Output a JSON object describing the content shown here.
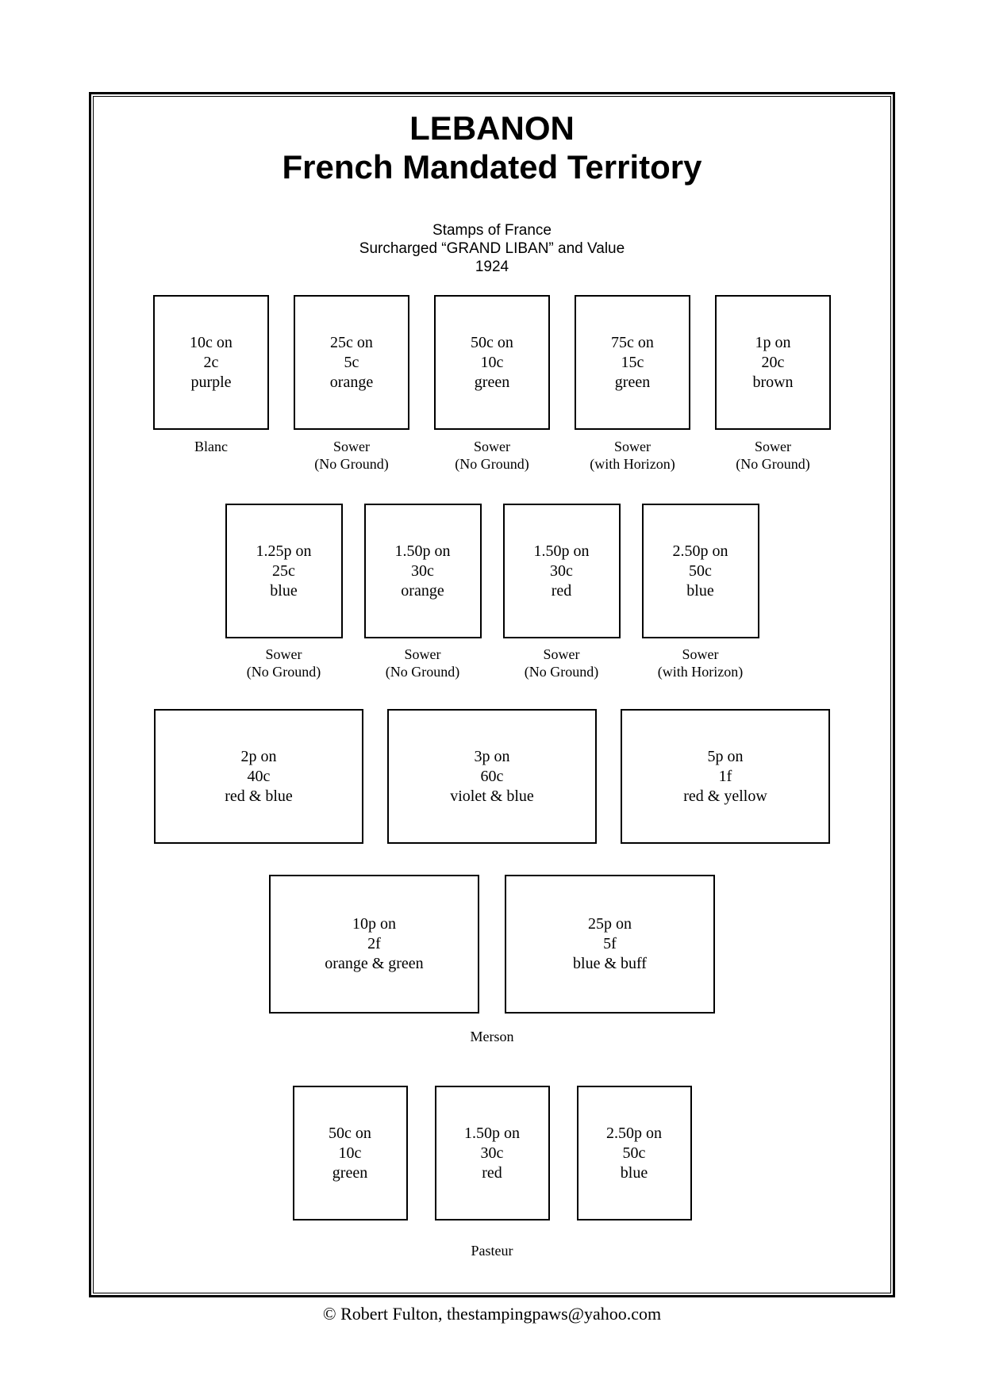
{
  "header": {
    "title_line1": "LEBANON",
    "title_line2": "French Mandated Territory",
    "subtitle_lines": [
      "Stamps of France",
      "Surcharged “GRAND LIBAN” and Value",
      "1924"
    ]
  },
  "rows": [
    {
      "id": "row1",
      "boxes": [
        {
          "lines": [
            "10c on",
            "2c",
            "purple"
          ],
          "caption": [
            "Blanc"
          ]
        },
        {
          "lines": [
            "25c on",
            "5c",
            "orange"
          ],
          "caption": [
            "Sower",
            "(No Ground)"
          ]
        },
        {
          "lines": [
            "50c on",
            "10c",
            "green"
          ],
          "caption": [
            "Sower",
            "(No Ground)"
          ]
        },
        {
          "lines": [
            "75c on",
            "15c",
            "green"
          ],
          "caption": [
            "Sower",
            "(with Horizon)"
          ]
        },
        {
          "lines": [
            "1p on",
            "20c",
            "brown"
          ],
          "caption": [
            "Sower",
            "(No Ground)"
          ]
        }
      ]
    },
    {
      "id": "row2",
      "boxes": [
        {
          "lines": [
            "1.25p on",
            "25c",
            "blue"
          ],
          "caption": [
            "Sower",
            "(No Ground)"
          ]
        },
        {
          "lines": [
            "1.50p on",
            "30c",
            "orange"
          ],
          "caption": [
            "Sower",
            "(No Ground)"
          ]
        },
        {
          "lines": [
            "1.50p on",
            "30c",
            "red"
          ],
          "caption": [
            "Sower",
            "(No Ground)"
          ]
        },
        {
          "lines": [
            "2.50p on",
            "50c",
            "blue"
          ],
          "caption": [
            "Sower",
            "(with Horizon)"
          ]
        }
      ]
    },
    {
      "id": "row3",
      "boxes": [
        {
          "lines": [
            "2p on",
            "40c",
            "red & blue"
          ]
        },
        {
          "lines": [
            "3p on",
            "60c",
            "violet & blue"
          ]
        },
        {
          "lines": [
            "5p on",
            "1f",
            "red & yellow"
          ]
        }
      ]
    },
    {
      "id": "row4",
      "boxes": [
        {
          "lines": [
            "10p on",
            "2f",
            "orange & green"
          ]
        },
        {
          "lines": [
            "25p on",
            "5f",
            "blue & buff"
          ]
        }
      ],
      "group_caption": "Merson"
    },
    {
      "id": "row5",
      "boxes": [
        {
          "lines": [
            "50c on",
            "10c",
            "green"
          ]
        },
        {
          "lines": [
            "1.50p on",
            "30c",
            "red"
          ]
        },
        {
          "lines": [
            "2.50p on",
            "50c",
            "blue"
          ]
        }
      ],
      "group_caption": "Pasteur"
    }
  ],
  "footer": {
    "credit": "©  Robert Fulton, thestampingpaws@yahoo.com"
  },
  "colors": {
    "ink": "#000000",
    "paper": "#ffffff"
  }
}
